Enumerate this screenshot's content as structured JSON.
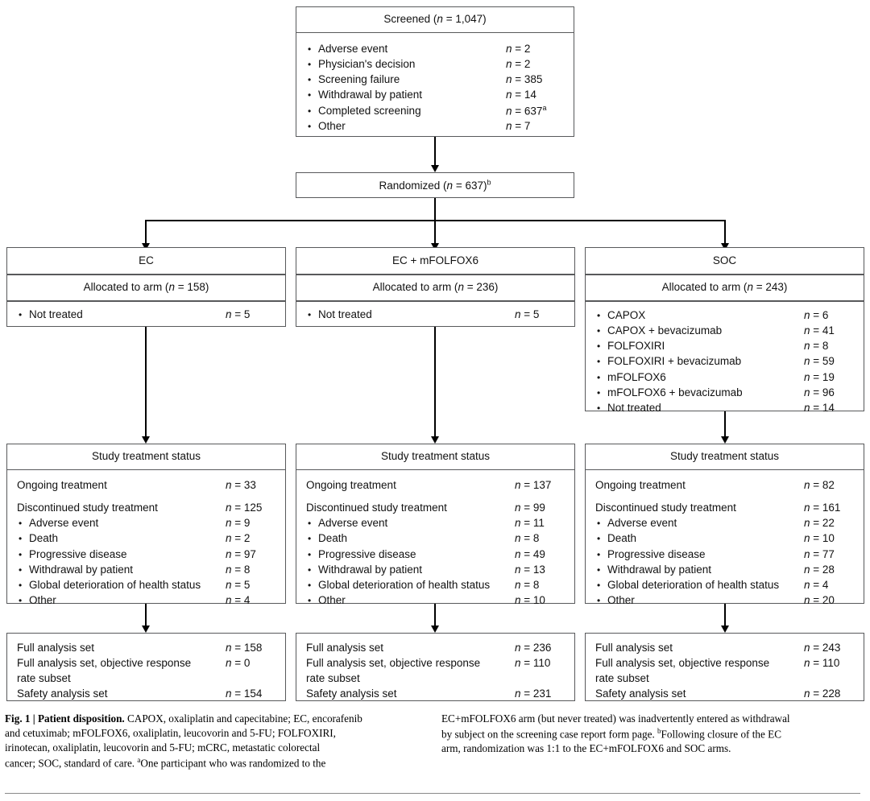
{
  "screened": {
    "title": "Screened (n = 1,047)",
    "rows": [
      {
        "label": "Adverse event",
        "value": "n = 2"
      },
      {
        "label": "Physician's decision",
        "value": "n = 2"
      },
      {
        "label": "Screening failure",
        "value": "n = 385"
      },
      {
        "label": "Withdrawal by patient",
        "value": "n = 14"
      },
      {
        "label": "Completed screening",
        "value": "n = 637a"
      },
      {
        "label": "Other",
        "value": "n = 7"
      }
    ]
  },
  "randomized": {
    "title": "Randomized (n = 637)b"
  },
  "arms": [
    {
      "name": "EC",
      "allocated": "Allocated to arm (n = 158)",
      "treatments": [
        {
          "label": "Not treated",
          "value": "n = 5"
        }
      ],
      "status_title": "Study treatment status",
      "status": {
        "ongoing_label": "Ongoing treatment",
        "ongoing_value": "n = 33",
        "discontinued_label": "Discontinued study treatment",
        "discontinued_value": "n = 125",
        "reasons": [
          {
            "label": "Adverse event",
            "value": "n = 9"
          },
          {
            "label": "Death",
            "value": "n = 2"
          },
          {
            "label": "Progressive disease",
            "value": "n = 97"
          },
          {
            "label": "Withdrawal by patient",
            "value": "n = 8"
          },
          {
            "label": "Global deterioration of health status",
            "value": "n = 5"
          },
          {
            "label": "Other",
            "value": "n = 4"
          }
        ]
      },
      "analysis": {
        "full_label": "Full analysis set",
        "full_value": "n = 158",
        "orr_label_line1": "Full analysis set, objective response",
        "orr_label_line2": "rate subset",
        "orr_value": "n = 0",
        "safety_label": "Safety analysis set",
        "safety_value": "n = 154"
      }
    },
    {
      "name": "EC + mFOLFOX6",
      "allocated": "Allocated to arm (n = 236)",
      "treatments": [
        {
          "label": "Not treated",
          "value": "n = 5"
        }
      ],
      "status_title": "Study treatment status",
      "status": {
        "ongoing_label": "Ongoing treatment",
        "ongoing_value": "n = 137",
        "discontinued_label": "Discontinued study treatment",
        "discontinued_value": "n = 99",
        "reasons": [
          {
            "label": "Adverse event",
            "value": "n = 11"
          },
          {
            "label": "Death",
            "value": "n = 8"
          },
          {
            "label": "Progressive disease",
            "value": "n = 49"
          },
          {
            "label": "Withdrawal by patient",
            "value": "n = 13"
          },
          {
            "label": "Global deterioration of health status",
            "value": "n = 8"
          },
          {
            "label": "Other",
            "value": "n = 10"
          }
        ]
      },
      "analysis": {
        "full_label": "Full analysis set",
        "full_value": "n = 236",
        "orr_label_line1": "Full analysis set, objective response",
        "orr_label_line2": "rate subset",
        "orr_value": "n = 110",
        "safety_label": "Safety analysis set",
        "safety_value": "n = 231"
      }
    },
    {
      "name": "SOC",
      "allocated": "Allocated to arm (n = 243)",
      "treatments": [
        {
          "label": "CAPOX",
          "value": "n = 6"
        },
        {
          "label": "CAPOX + bevacizumab",
          "value": "n = 41"
        },
        {
          "label": "FOLFOXIRI",
          "value": "n = 8"
        },
        {
          "label": "FOLFOXIRI + bevacizumab",
          "value": "n = 59"
        },
        {
          "label": "mFOLFOX6",
          "value": "n = 19"
        },
        {
          "label": "mFOLFOX6 + bevacizumab",
          "value": "n = 96"
        },
        {
          "label": "Not treated",
          "value": "n = 14"
        }
      ],
      "status_title": "Study treatment status",
      "status": {
        "ongoing_label": "Ongoing treatment",
        "ongoing_value": "n = 82",
        "discontinued_label": "Discontinued study treatment",
        "discontinued_value": "n = 161",
        "reasons": [
          {
            "label": "Adverse event",
            "value": "n = 22"
          },
          {
            "label": "Death",
            "value": "n = 10"
          },
          {
            "label": "Progressive disease",
            "value": "n = 77"
          },
          {
            "label": "Withdrawal by patient",
            "value": "n = 28"
          },
          {
            "label": "Global deterioration of health status",
            "value": "n = 4"
          },
          {
            "label": "Other",
            "value": "n = 20"
          }
        ]
      },
      "analysis": {
        "full_label": "Full analysis set",
        "full_value": "n = 243",
        "orr_label_line1": "Full analysis set, objective response",
        "orr_label_line2": "rate subset",
        "orr_value": "n = 110",
        "safety_label": "Safety analysis set",
        "safety_value": "n = 228"
      }
    }
  ],
  "caption": {
    "figure_label": "Fig. 1 | ",
    "title": "Patient disposition.",
    "left_lines": [
      " CAPOX, oxaliplatin and capecitabine; EC, encorafenib",
      "and cetuximab; mFOLFOX6, oxaliplatin, leucovorin and 5-FU; FOLFOXIRI,",
      "irinotecan, oxaliplatin, leucovorin and 5-FU; mCRC, metastatic colorectal",
      "cancer; SOC, standard of care. aOne participant who was randomized to the"
    ],
    "right_lines": [
      "EC+mFOLFOX6 arm (but never treated) was inadvertently entered as withdrawal",
      "by subject on the screening case report form page. bFollowing closure of the EC",
      "arm, randomization was 1:1 to the EC+mFOLFOX6 and SOC arms."
    ]
  },
  "colors": {
    "border": "#58595b",
    "connector": "#000000",
    "text": "#111111"
  }
}
